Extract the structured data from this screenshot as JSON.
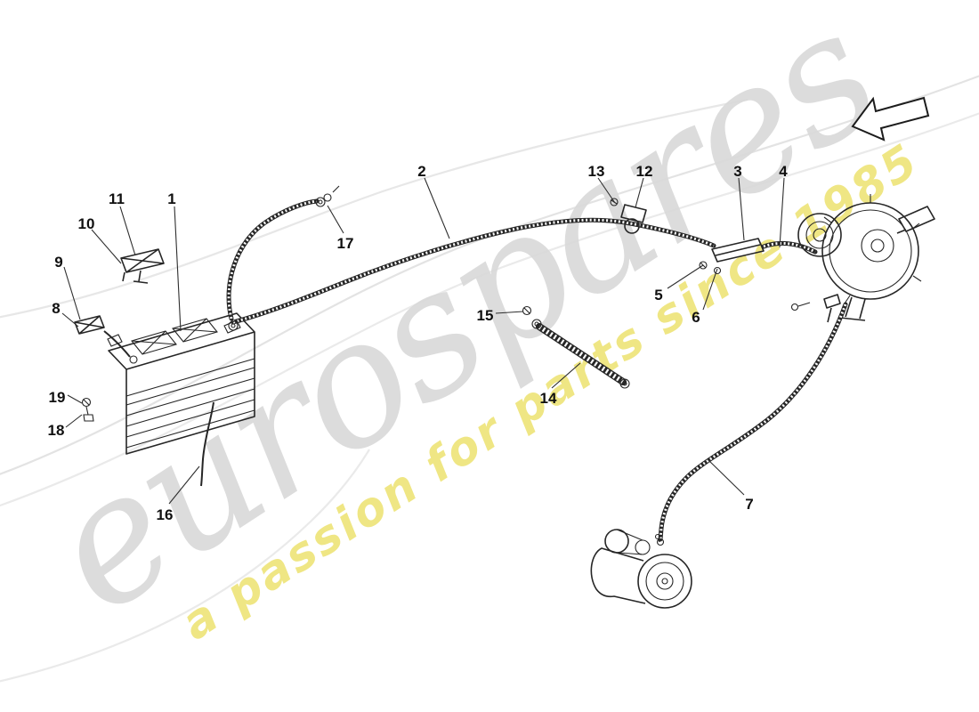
{
  "watermark": {
    "brand": "eurospares",
    "tagline": "a passion for parts since 1985",
    "brand_color": "#d8d8d8",
    "tagline_color": "#e9dd55"
  },
  "icons": {
    "direction_arrow": "outline-block-arrow-up-left"
  },
  "callouts": [
    {
      "label": "1"
    },
    {
      "label": "2"
    },
    {
      "label": "3"
    },
    {
      "label": "4"
    },
    {
      "label": "5"
    },
    {
      "label": "6"
    },
    {
      "label": "7"
    },
    {
      "label": "8"
    },
    {
      "label": "9"
    },
    {
      "label": "10"
    },
    {
      "label": "11"
    },
    {
      "label": "12"
    },
    {
      "label": "13"
    },
    {
      "label": "14"
    },
    {
      "label": "15"
    },
    {
      "label": "16"
    },
    {
      "label": "17"
    },
    {
      "label": "18"
    },
    {
      "label": "19"
    }
  ]
}
